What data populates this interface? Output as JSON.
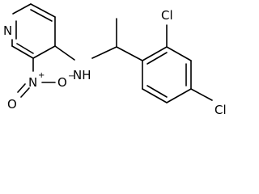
{
  "molecule": {
    "labels": {
      "pyridine_n": "N",
      "amine_nh": "NH",
      "nitro_n": "N",
      "nitro_plus": "+",
      "nitro_o1": "O",
      "nitro_o2": "O",
      "nitro_minus": "−",
      "chloro_2": "Cl",
      "chloro_4": "Cl"
    }
  }
}
